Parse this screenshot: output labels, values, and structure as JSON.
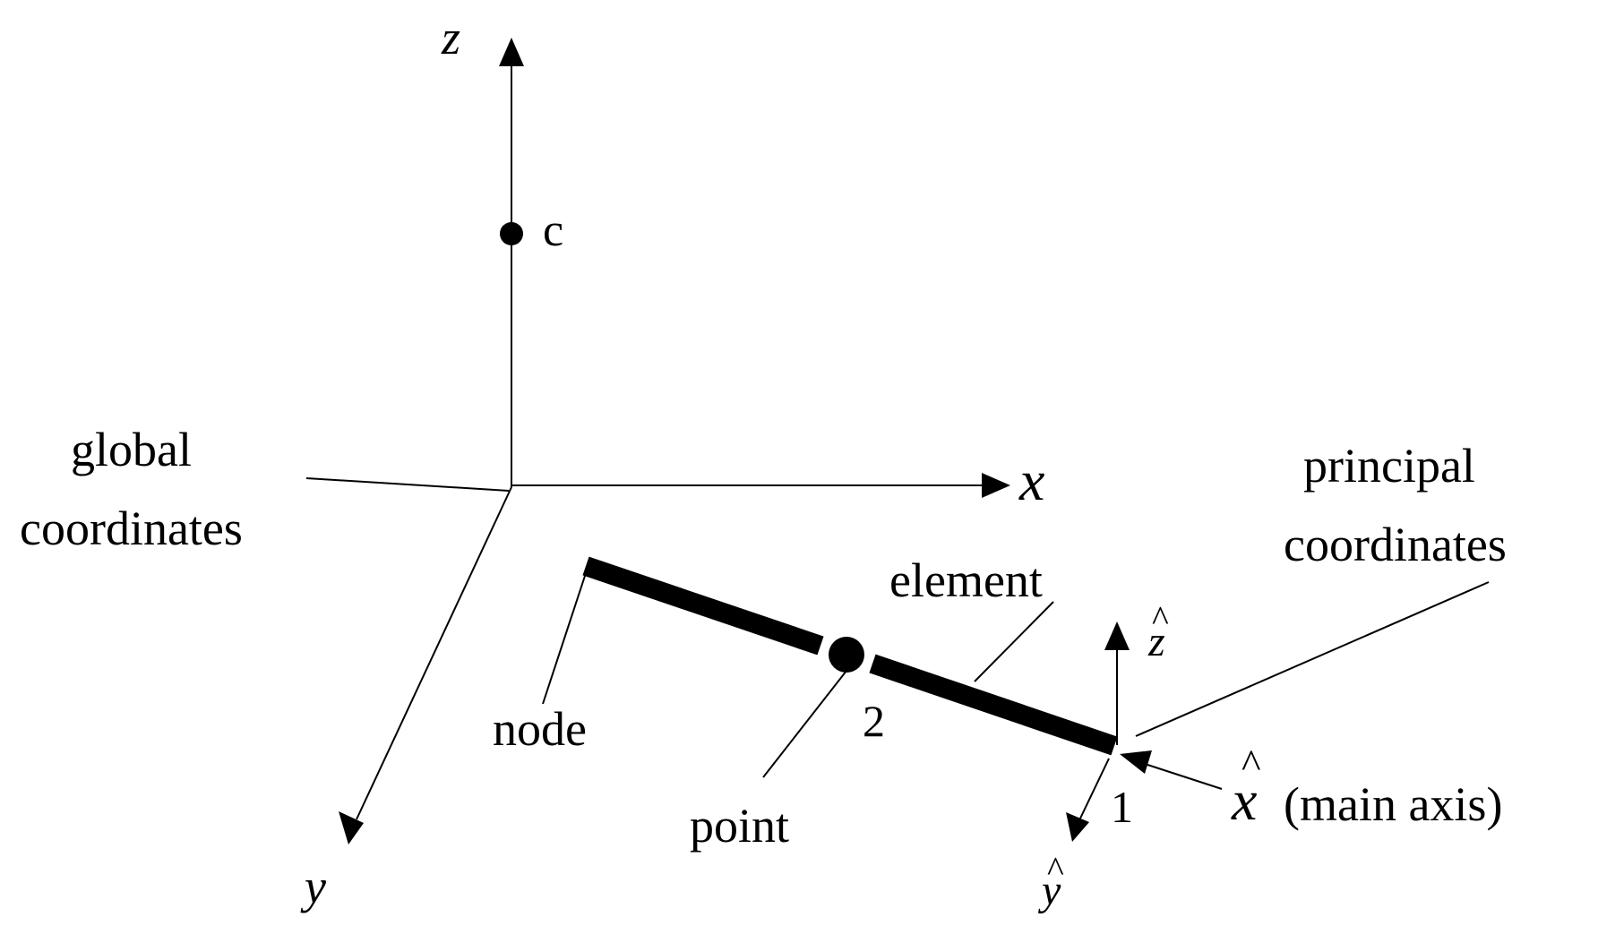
{
  "global_axes": {
    "x": "x",
    "y": "y",
    "z": "z"
  },
  "global_label": {
    "line1": "global",
    "line2": "coordinates"
  },
  "principal_label": {
    "line1": "principal",
    "line2": "coordinates"
  },
  "point_c": "c",
  "element_label": "element",
  "node_label": "node",
  "point_label": "point",
  "node_numbers": {
    "n1": "1",
    "n2": "2"
  },
  "principal_axes": {
    "x": "x",
    "y": "y",
    "z": "z",
    "hat": "^",
    "main_axis_note": "(main axis)"
  }
}
